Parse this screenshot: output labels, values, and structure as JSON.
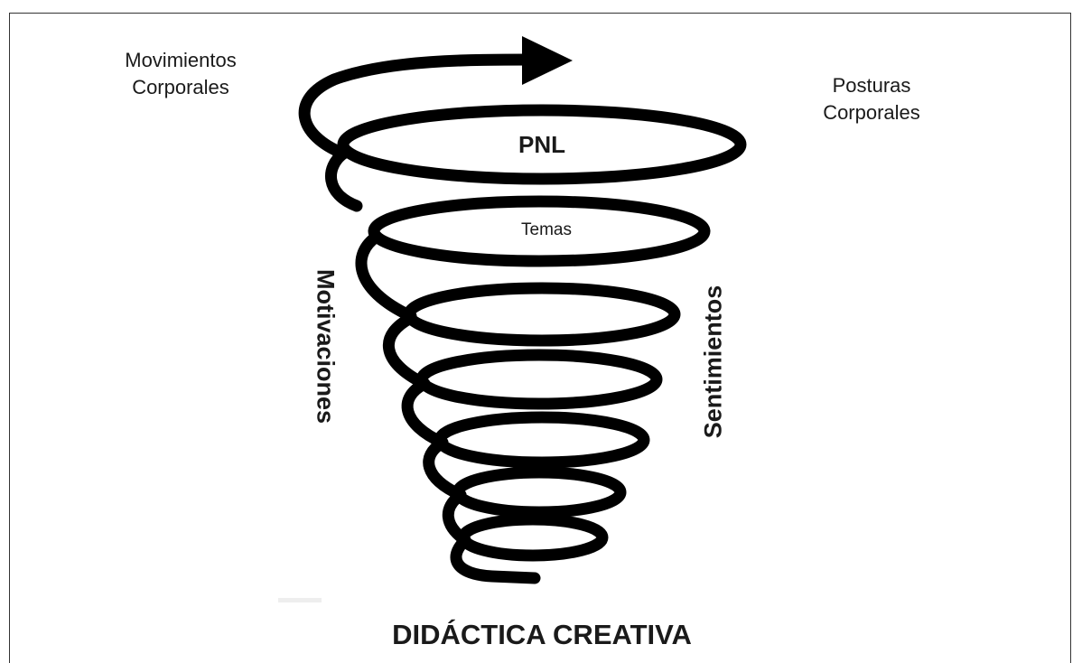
{
  "diagram": {
    "labels": {
      "top_left": "Movimientos\nCorporales",
      "top_right": "Posturas\nCorporales",
      "pnl": "PNL",
      "temas": "Temas",
      "left_rotated": "Motivaciones",
      "right_rotated": "Sentimientos",
      "title": "DIDÁCTICA CREATIVA"
    },
    "colors": {
      "spiral": "#000000",
      "text": "#1a1a1a",
      "frame": "#333333"
    }
  }
}
